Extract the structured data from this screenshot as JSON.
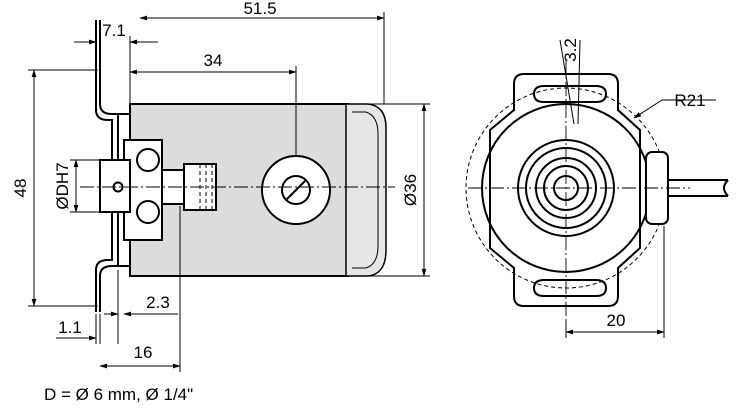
{
  "dimensions": {
    "overall_length": "51.5",
    "flange_offset": "7.1",
    "body_to_connector": "34",
    "height": "48",
    "shaft_bore": "ØDH7",
    "body_diameter": "Ø36",
    "flange_thickness": "2.3",
    "flange_step": "1.1",
    "hub_length": "16",
    "slot_width": "3.2",
    "radius": "R21",
    "cable_offset": "20"
  },
  "note": "D = Ø 6 mm, Ø 1/4\""
}
